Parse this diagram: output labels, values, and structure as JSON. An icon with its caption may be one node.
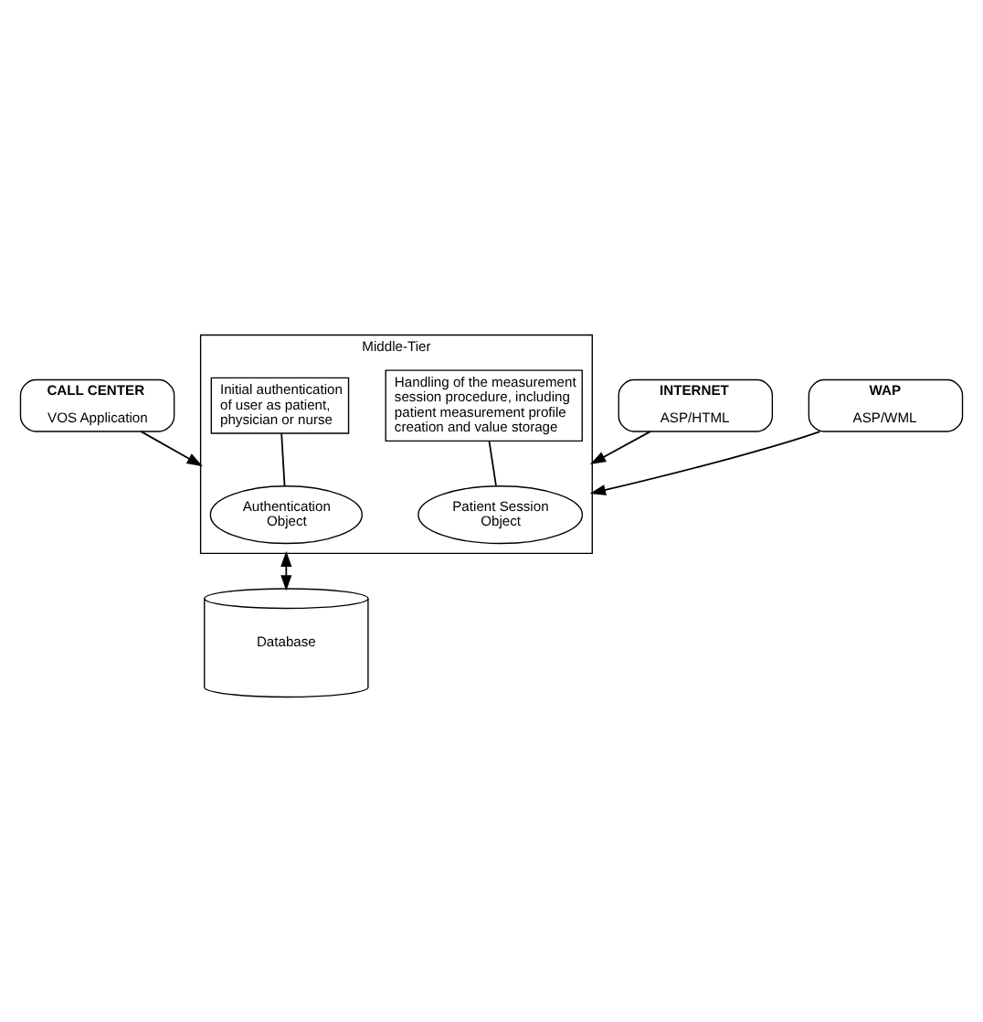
{
  "diagram": {
    "nodes": [
      {
        "text": [
          "CALL CENTER",
          "VOS Application"
        ]
      },
      {
        "text": [
          "INTERNET",
          "ASP/HTML"
        ]
      },
      {
        "text": [
          "WAP",
          "ASP/WML"
        ]
      },
      {
        "text": [
          "Middle-Tier"
        ]
      },
      {
        "text": [
          "Authentication Object"
        ],
        "in": 3
      },
      {
        "text": [
          "Patient Session Object"
        ],
        "in": 3
      },
      {
        "text": [
          "Initial authentication of user as patient, physician or nurse"
        ],
        "in": 3
      },
      {
        "text": [
          "Handling of the measurement session procedure, including patient measurement profile creation and value storage"
        ],
        "in": 3
      },
      {
        "text": [
          "Database"
        ]
      }
    ],
    "edges": [
      {
        "from": 0,
        "to": 3,
        "arrow": "to"
      },
      {
        "from": 1,
        "to": 3,
        "arrow": "to"
      },
      {
        "from": 2,
        "to": 3,
        "arrow": "to"
      },
      {
        "from": 6,
        "to": 4,
        "arrow": "none"
      },
      {
        "from": 7,
        "to": 5,
        "arrow": "none"
      },
      {
        "from": 3,
        "to": 8,
        "arrow": "both"
      }
    ]
  }
}
